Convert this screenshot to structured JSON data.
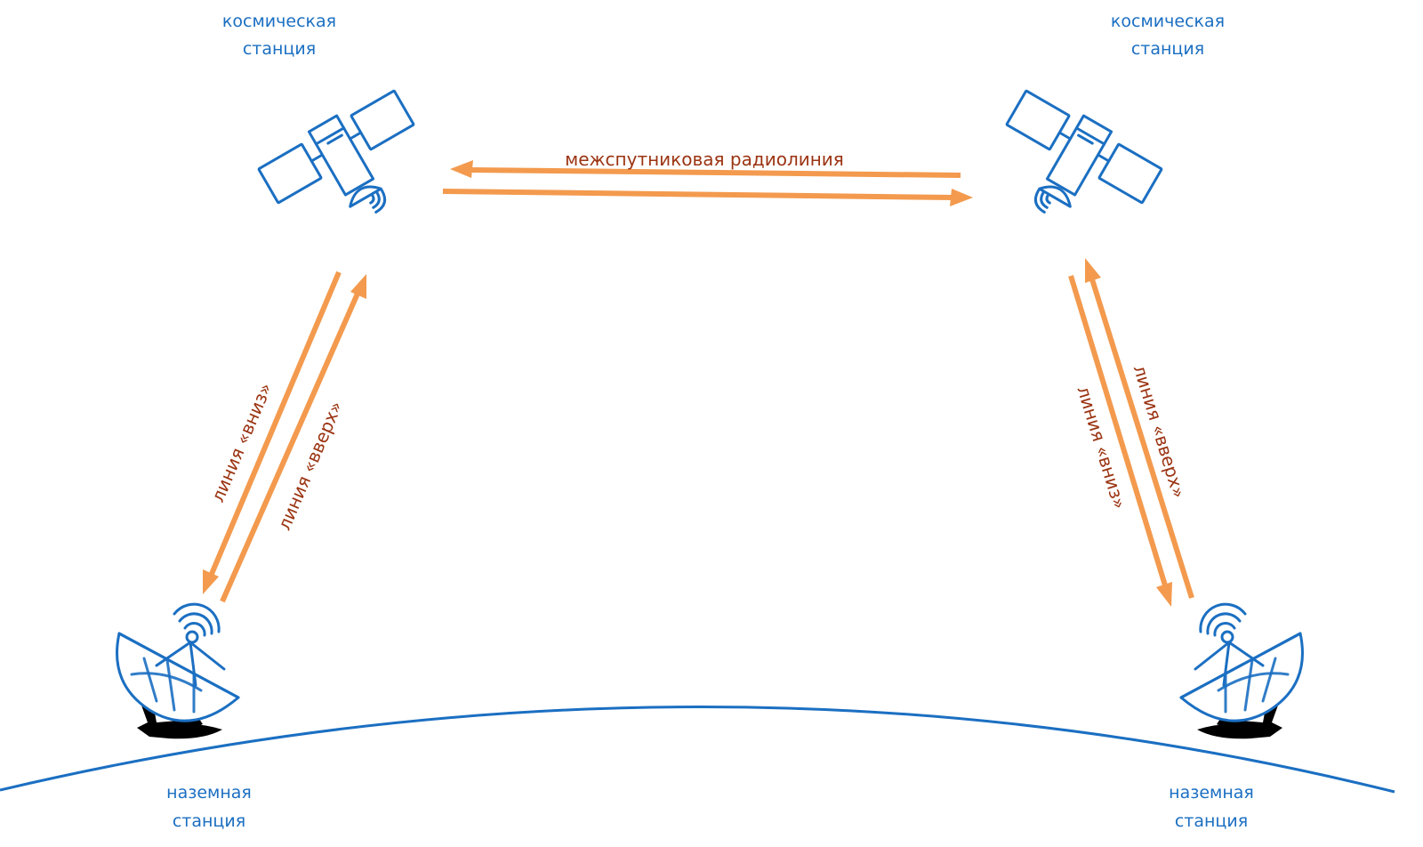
{
  "labels": {
    "space_station_left": [
      "космическая",
      "станция"
    ],
    "space_station_right": [
      "космическая",
      "станция"
    ],
    "ground_station_left": [
      "наземная",
      "станция"
    ],
    "ground_station_right": [
      "наземная",
      "станция"
    ],
    "intersatellite_link": "межспутниковая радиолиния",
    "left_downlink": "линия «вниз»",
    "left_uplink": "линия «вверх»",
    "right_downlink": "линия «вниз»",
    "right_uplink": "линия «вверх»"
  },
  "icons": {
    "satellite": "satellite-icon",
    "dish": "satellite-dish-icon"
  },
  "colors": {
    "station_text": "#1b6fc2",
    "link_text": "#9b3412",
    "arrow": "#f39a4e",
    "earth_line": "#1b6fc2",
    "dish_base": "#000000"
  }
}
